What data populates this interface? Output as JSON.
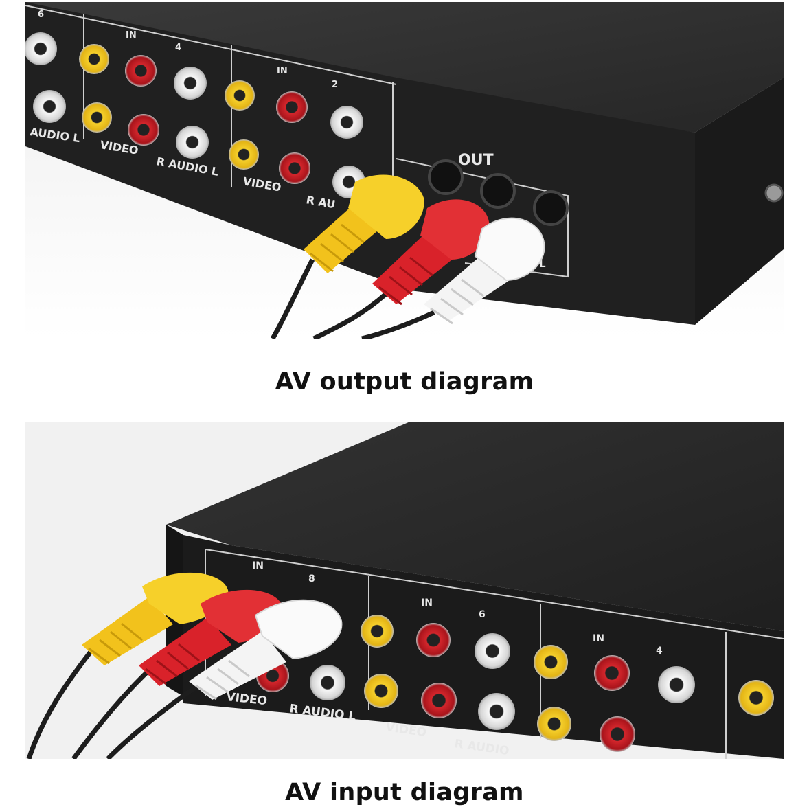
{
  "captions": {
    "top": "AV output diagram",
    "bottom": "AV input diagram"
  },
  "top_panel_labels": {
    "in": "IN",
    "num_6": "6",
    "num_4": "4",
    "num_2": "2",
    "out": "OUT",
    "audio_l": "AUDIO  L",
    "video": "VIDEO",
    "r_audio_l": "R  AUDIO  L",
    "r_au": "R  AU",
    "l": "L"
  },
  "bottom_panel_labels": {
    "in": "IN",
    "num_8": "8",
    "num_6": "6",
    "num_4": "4",
    "video": "VIDEO",
    "r_audio_l": "R  AUDIO  L",
    "r_audio": "R  AUDIO"
  },
  "colors": {
    "plug_yellow": "#f2c21c",
    "plug_red": "#d9222a",
    "plug_white": "#f4f4f4",
    "chassis": "#1c1c1c"
  }
}
